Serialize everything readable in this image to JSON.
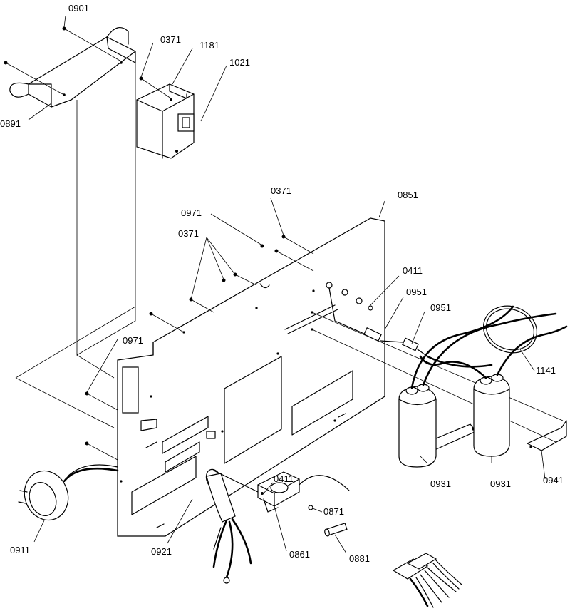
{
  "labels": {
    "p0901": "0901",
    "p0371_top": "0371",
    "p1181": "1181",
    "p1021": "1021",
    "p0891": "0891",
    "p0371_mid": "0371",
    "p0851": "0851",
    "p0971_top": "0971",
    "p0371_left": "0371",
    "p0411_top": "0411",
    "p0951_a": "0951",
    "p0951_b": "0951",
    "p0971_left": "0971",
    "p1141": "1141",
    "p0931_a": "0931",
    "p0931_b": "0931",
    "p0941": "0941",
    "p0411_bottom": "0411",
    "p0871": "0871",
    "p0911": "0911",
    "p0921": "0921",
    "p0861": "0861",
    "p0881": "0881"
  }
}
